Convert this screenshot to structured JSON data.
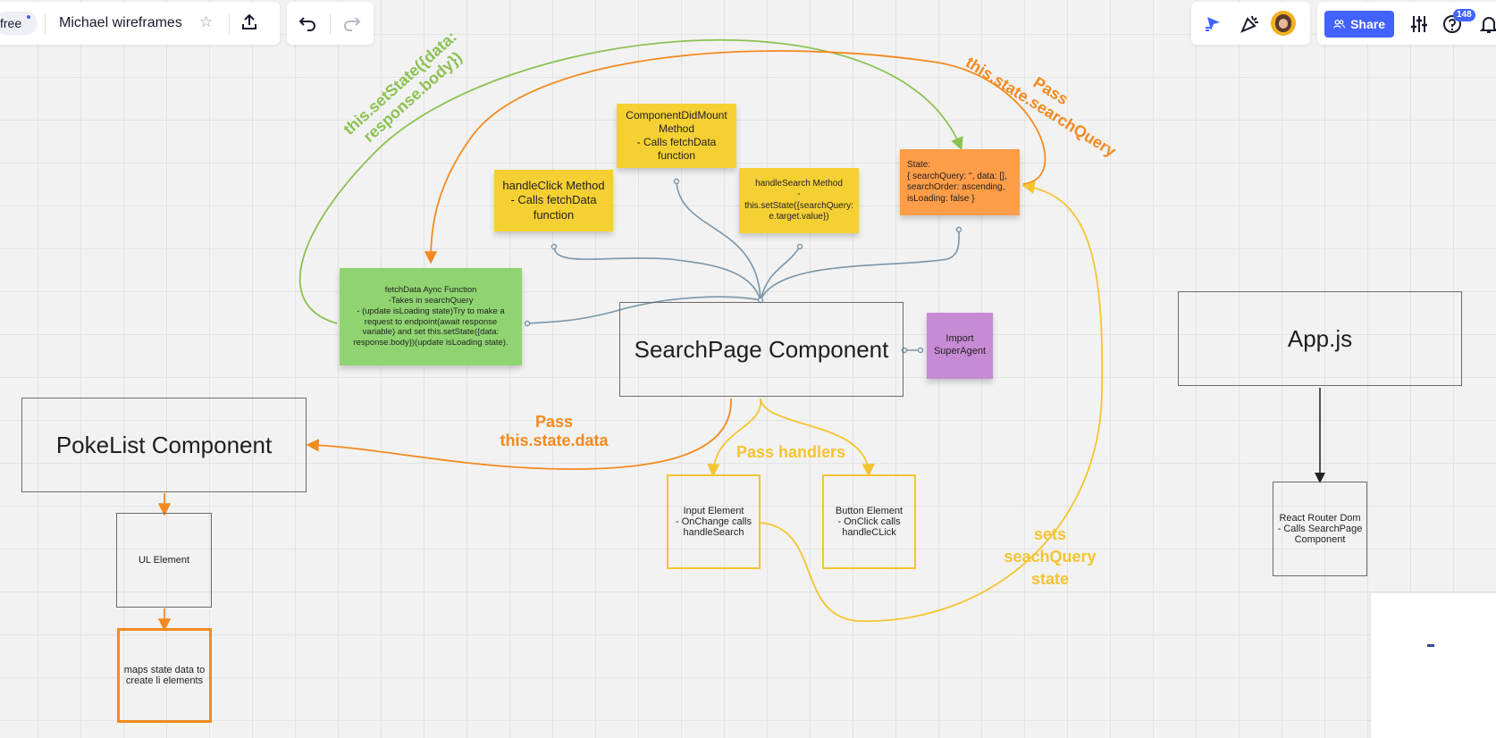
{
  "toolbar": {
    "plan_badge": "free",
    "board_title": "Michael wireframes",
    "share_label": "Share",
    "notification_count": "148"
  },
  "diagram": {
    "search_page": "SearchPage Component",
    "app_js": "App.js",
    "pokelist": "PokeList Component",
    "ul_element": "UL Element",
    "maps_state": "maps state data to\ncreate li elements",
    "input_element": "Input Element\n- OnChange calls\nhandleSearch",
    "button_element": "Button Element\n- OnClick calls\nhandleCLick",
    "react_router": "React Router Dom\n- Calls SearchPage\nComponent",
    "sticky_handle_click": "handleClick Method\n- Calls fetchData\nfunction",
    "sticky_component_did_mount": "ComponentDidMount\nMethod\n- Calls fetchData\nfunction",
    "sticky_handle_search": "handleSearch Method\n-\nthis.setState({searchQuery:\ne.target.value})",
    "sticky_state": "State:\n{ searchQuery: '', data: [],\nsearchOrder: ascending,\nisLoading: false }",
    "sticky_fetch_data": "fetchData Aync Function\n-Takes in searchQuery\n- (update isLoading state)Try to make a\nrequest to endpoint(await response\nvariable) and set this.setState({data:\nresponse.body})(update isLoading state).",
    "sticky_import": "Import\nSuperAgent",
    "label_set_state": "this.setState({data:\nresponse.body})",
    "label_pass_search_query": "Pass\nthis.state.searchQuery",
    "label_pass_data": "Pass\nthis.state.data",
    "label_pass_handlers": "Pass handlers",
    "label_sets_search_query": "sets\nseachQuery\nstate"
  },
  "colors": {
    "orange": "#f28a1f",
    "green": "#8cc152",
    "yellow": "#f5c431",
    "blue_gray": "#7a95a8",
    "sticky_yellow": "#f5d033",
    "sticky_orange": "#ff9d48",
    "sticky_green": "#8fd470",
    "sticky_purple": "#c78ad4",
    "accent_blue": "#4262ff"
  }
}
